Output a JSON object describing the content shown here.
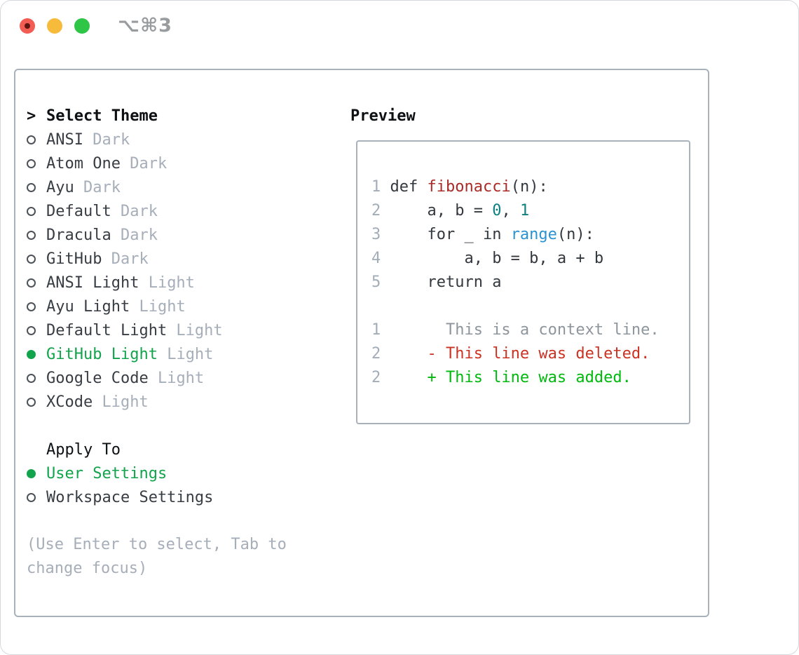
{
  "titlebar": {
    "title": "⌥⌘3"
  },
  "theme_panel": {
    "prompt": ">",
    "header": "Select Theme",
    "themes": [
      {
        "name": "ANSI",
        "variant": "Dark",
        "selected": false
      },
      {
        "name": "Atom One",
        "variant": "Dark",
        "selected": false
      },
      {
        "name": "Ayu",
        "variant": "Dark",
        "selected": false
      },
      {
        "name": "Default",
        "variant": "Dark",
        "selected": false
      },
      {
        "name": "Dracula",
        "variant": "Dark",
        "selected": false
      },
      {
        "name": "GitHub",
        "variant": "Dark",
        "selected": false
      },
      {
        "name": "ANSI Light",
        "variant": "Light",
        "selected": false
      },
      {
        "name": "Ayu Light",
        "variant": "Light",
        "selected": false
      },
      {
        "name": "Default Light",
        "variant": "Light",
        "selected": false
      },
      {
        "name": "GitHub Light",
        "variant": "Light",
        "selected": true
      },
      {
        "name": "Google Code",
        "variant": "Light",
        "selected": false
      },
      {
        "name": "XCode",
        "variant": "Light",
        "selected": false
      }
    ],
    "apply_to": {
      "header": "Apply To",
      "options": [
        {
          "label": "User Settings",
          "selected": true
        },
        {
          "label": "Workspace Settings",
          "selected": false
        }
      ]
    },
    "help": "(Use Enter to select, Tab to change focus)"
  },
  "preview": {
    "header": "Preview",
    "code_lines": [
      [
        {
          "c": "num",
          "t": "1 "
        },
        {
          "c": "code",
          "t": "def "
        },
        {
          "c": "func",
          "t": "fibonacci"
        },
        {
          "c": "code",
          "t": "(n):"
        }
      ],
      [
        {
          "c": "num",
          "t": "2"
        },
        {
          "c": "code",
          "t": "     a, b = "
        },
        {
          "c": "lit",
          "t": "0"
        },
        {
          "c": "code",
          "t": ", "
        },
        {
          "c": "lit",
          "t": "1"
        }
      ],
      [
        {
          "c": "num",
          "t": "3"
        },
        {
          "c": "code",
          "t": "     for _ in "
        },
        {
          "c": "call",
          "t": "range"
        },
        {
          "c": "code",
          "t": "(n):"
        }
      ],
      [
        {
          "c": "num",
          "t": "4"
        },
        {
          "c": "code",
          "t": "         a, b = b, a + b"
        }
      ],
      [
        {
          "c": "num",
          "t": "5"
        },
        {
          "c": "code",
          "t": "     return a"
        }
      ],
      [],
      [
        {
          "c": "num",
          "t": "1"
        },
        {
          "c": "ctx",
          "t": "       This is a context line."
        }
      ],
      [
        {
          "c": "num",
          "t": "2"
        },
        {
          "c": "del",
          "t": "     - This line was deleted."
        }
      ],
      [
        {
          "c": "num",
          "t": "2"
        },
        {
          "c": "add",
          "t": "     + This line was added."
        }
      ]
    ]
  },
  "colors": {
    "accent_green": "#12a44c",
    "text_dark": "#383d44",
    "muted_gray": "#a6aeb9",
    "panel_border": "#a9b1ba",
    "line_number_gray": "#a3adb8",
    "code_function_red": "#ab2a26",
    "code_number_teal": "#0d8080",
    "code_call_blue": "#2a93d1",
    "diff_context_gray": "#8d959d",
    "diff_deleted_red": "#cb3223",
    "diff_added_green": "#00b90d",
    "traffic_red": "#f25c52",
    "traffic_yellow": "#f7bb3c",
    "traffic_green": "#2fc546"
  }
}
